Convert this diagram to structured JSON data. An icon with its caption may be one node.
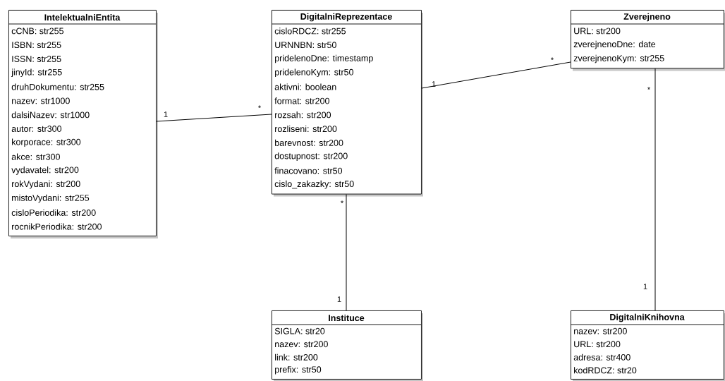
{
  "diagram": {
    "nodes": [
      {
        "text": [
          "IntelektualniEntita",
          "cCNB: str255",
          "ISBN: str255",
          "ISSN: str255",
          "jinyId: str255",
          "druhDokumentu: str255",
          "nazev: str1000",
          "dalsiNazev: str1000",
          "autor: str300",
          "korporace: str300",
          "akce: str300",
          "vydavatel: str200",
          "rokVydani: str200",
          "mistoVydani: str255",
          "cisloPeriodika: str200",
          "rocnikPeriodika: str200"
        ]
      },
      {
        "text": [
          "DigitalniReprezentace",
          "cisloRDCZ: str255",
          "URNNBN: str50",
          "pridelenoDne: timestamp",
          "pridelenoKym: str50",
          "aktivni: boolean",
          "format: str200",
          "rozsah: str200",
          "rozliseni: str200",
          "barevnost: str200",
          "dostupnost: str200",
          "finacovano: str50",
          "cislo_zakazky: str50"
        ]
      },
      {
        "text": [
          "Zverejneno",
          "URL: str200",
          "zverejnenoDne: date",
          "zverejnenoKym: str255"
        ]
      },
      {
        "text": [
          "Instituce",
          "SIGLA: str20",
          "nazev: str200",
          "link: str200",
          "prefix: str50"
        ]
      },
      {
        "text": [
          "DigitalniKnihovna",
          "nazev: str200",
          "URL: str200",
          "adresa: str400",
          "kodRDCZ: str20"
        ]
      }
    ],
    "edges": [
      {
        "from": 0,
        "to": 1,
        "arrow": "none"
      },
      {
        "from": 1,
        "to": 2,
        "arrow": "none"
      },
      {
        "from": 1,
        "to": 3,
        "arrow": "none"
      },
      {
        "from": 2,
        "to": 4,
        "arrow": "none"
      }
    ],
    "labels": [
      "1",
      "*",
      "1",
      "*",
      "*",
      "1",
      "*",
      "1"
    ]
  }
}
